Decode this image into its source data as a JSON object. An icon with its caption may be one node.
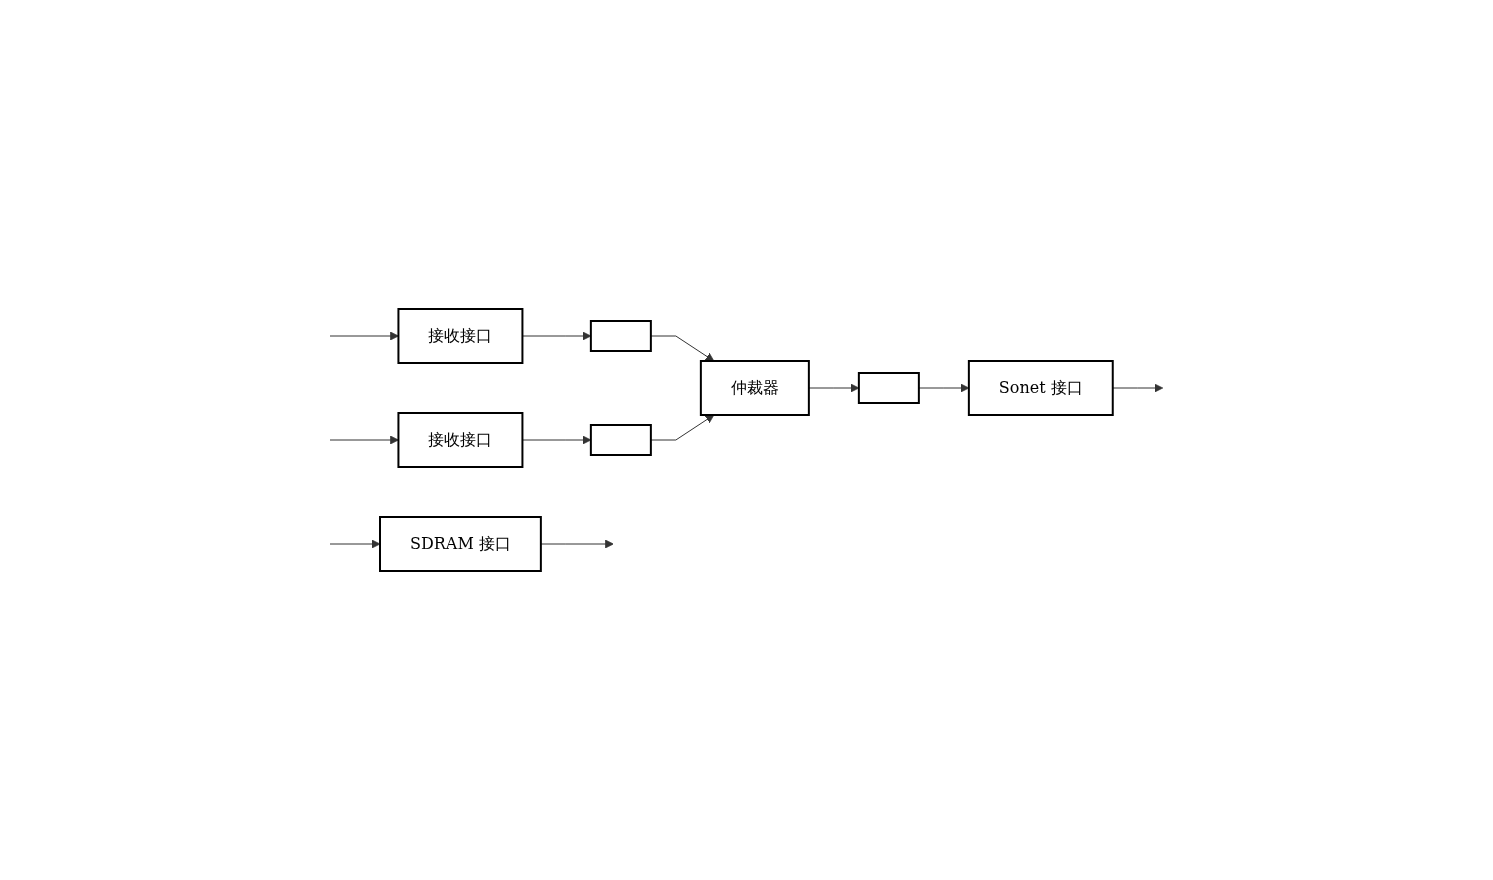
{
  "diagram": {
    "nodes": [
      {
        "text": [
          "SDRAM 接口"
        ]
      },
      {
        "text": [
          "仲裁器"
        ]
      },
      {
        "text": [
          "接收接口"
        ]
      },
      {
        "text": [],
        "shape": "box"
      },
      {
        "text": [
          "接收接口"
        ]
      },
      {
        "text": [],
        "shape": "box"
      },
      {
        "text": [],
        "shape": "box"
      },
      {
        "text": [
          "Sonet 接口"
        ]
      }
    ],
    "edges": [
      {
        "from": null,
        "to": 2,
        "arrow": "to"
      },
      {
        "from": 2,
        "to": 3,
        "arrow": "to"
      },
      {
        "from": 3,
        "to": 1,
        "arrow": "to"
      },
      {
        "from": null,
        "to": 4,
        "arrow": "to"
      },
      {
        "from": 4,
        "to": 5,
        "arrow": "to"
      },
      {
        "from": 5,
        "to": 1,
        "arrow": "to"
      },
      {
        "from": 1,
        "to": 6,
        "arrow": "to"
      },
      {
        "from": 6,
        "to": 7,
        "arrow": "to"
      },
      {
        "from": 7,
        "to": null,
        "arrow": "to"
      },
      {
        "from": 0,
        "to": null,
        "arrow": "to"
      },
      {
        "from": null,
        "to": 0,
        "arrow": "to"
      }
    ]
  }
}
